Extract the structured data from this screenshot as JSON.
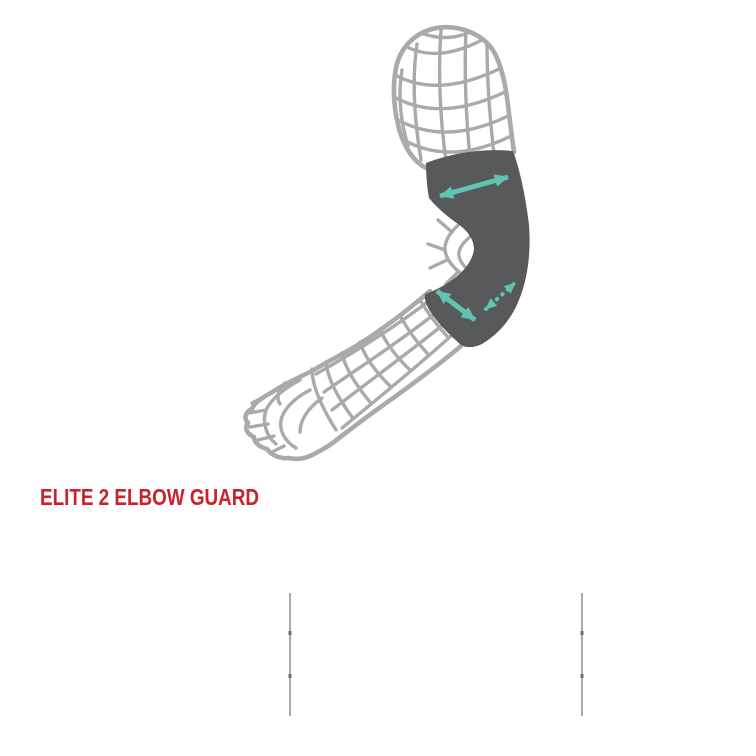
{
  "title": {
    "text": "ELITE 2 ELBOW GUARD",
    "color": "#c9222b"
  },
  "colors": {
    "background": "#ffffff",
    "wireframe": "#a8aaad",
    "guard": "#58595b",
    "arrow": "#5fc4b0",
    "divider": "#a8aaad",
    "divider_tick": "#6d6e71",
    "title": "#c9222b"
  },
  "figure": {
    "description_parts": [
      "wireframe-arm",
      "elbow-guard-overlay",
      "fist"
    ],
    "arrows": [
      {
        "name": "guard-upper-width-arrow",
        "style": "solid",
        "heads": 2
      },
      {
        "name": "guard-lower-width-arrow",
        "style": "solid",
        "heads": 2
      },
      {
        "name": "guard-length-arrow",
        "style": "dotted",
        "heads": 2
      }
    ],
    "dividers": {
      "count": 2
    }
  }
}
